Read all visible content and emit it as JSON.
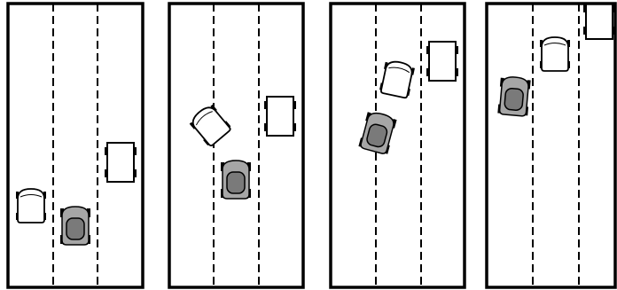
{
  "figure": {
    "panel_count": 4,
    "lanes_per_road": 3,
    "colors": {
      "road_border": "#000000",
      "lane_divider": "#000000",
      "ego_body": "#a6a6a6",
      "ego_roof": "#7a7a7a",
      "other_vehicle_body": "#ffffff",
      "wheel": "#000000"
    },
    "panels": [
      {
        "id": "panel-1",
        "vehicles": [
          {
            "id": "white-car",
            "role": "other",
            "icon": "white-car-icon"
          },
          {
            "id": "ego-car",
            "role": "ego",
            "icon": "gray-car-icon"
          },
          {
            "id": "truck",
            "role": "other",
            "icon": "truck-icon"
          }
        ]
      },
      {
        "id": "panel-2",
        "vehicles": [
          {
            "id": "white-car",
            "role": "other",
            "icon": "white-car-icon"
          },
          {
            "id": "ego-car",
            "role": "ego",
            "icon": "gray-car-icon"
          },
          {
            "id": "truck",
            "role": "other",
            "icon": "truck-icon"
          }
        ]
      },
      {
        "id": "panel-3",
        "vehicles": [
          {
            "id": "white-car",
            "role": "other",
            "icon": "white-car-icon"
          },
          {
            "id": "ego-car",
            "role": "ego",
            "icon": "gray-car-icon"
          },
          {
            "id": "truck",
            "role": "other",
            "icon": "truck-icon"
          }
        ]
      },
      {
        "id": "panel-4",
        "vehicles": [
          {
            "id": "white-car",
            "role": "other",
            "icon": "white-car-icon"
          },
          {
            "id": "ego-car",
            "role": "ego",
            "icon": "gray-car-icon"
          },
          {
            "id": "truck",
            "role": "other",
            "icon": "truck-icon"
          }
        ]
      }
    ]
  }
}
